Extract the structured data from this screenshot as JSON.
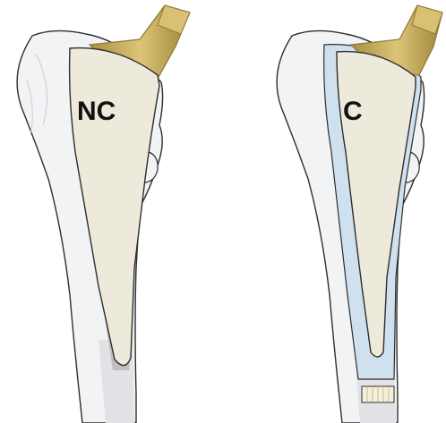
{
  "panels": [
    {
      "label": "NC",
      "fixation": "non-cemented"
    },
    {
      "label": "C",
      "fixation": "cemented"
    }
  ],
  "colors": {
    "bone_fill": "#f2f3f4",
    "bone_outline": "#2e2e2e",
    "bone_shadow": "#e0e2e5",
    "stem_fill": "#eeeadb",
    "neck_gold": "#c9b160",
    "neck_gold_dark": "#8f7a35",
    "cement_blue": "#cfe1ee",
    "gap_gray": "#bfbfbf",
    "plug_fill": "#f5f0d8"
  }
}
